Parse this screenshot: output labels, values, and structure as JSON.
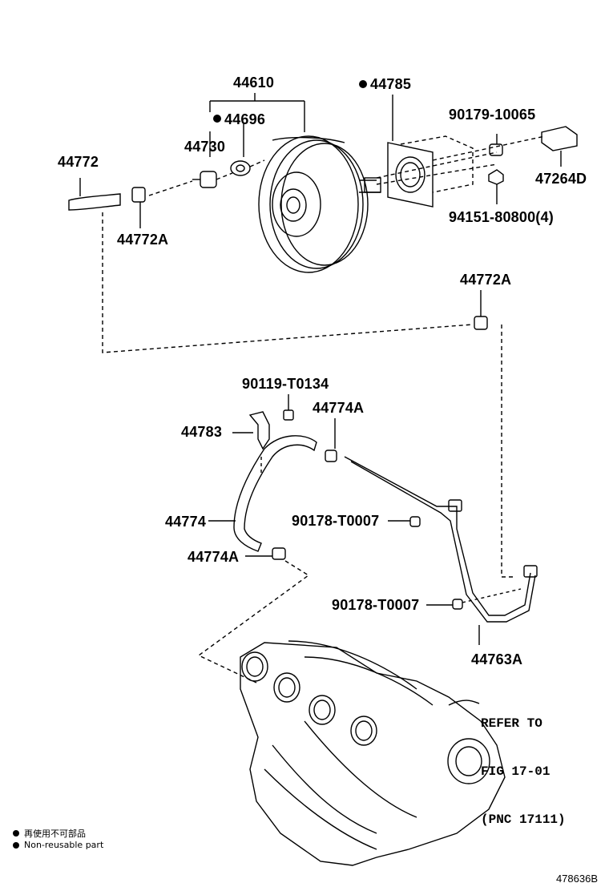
{
  "labels": {
    "p44610": "44610",
    "p44785": "44785",
    "p44696": "44696",
    "p44730": "44730",
    "p44772": "44772",
    "p44772A_top": "44772A",
    "p90179": "90179-10065",
    "p47264D": "47264D",
    "p94151": "94151-80800(4)",
    "p44772A_right": "44772A",
    "p90119": "90119-T0134",
    "p44774A_upper": "44774A",
    "p44783": "44783",
    "p44774": "44774",
    "p90178_a": "90178-T0007",
    "p44774A_lower": "44774A",
    "p90178_b": "90178-T0007",
    "p44763A": "44763A"
  },
  "refer": {
    "line1": "REFER TO",
    "line2": "FIG 17-01",
    "line3": "(PNC 17111)"
  },
  "legend": {
    "jp": "再使用不可部品",
    "en": "Non-reusable part"
  },
  "figure_id": "478636B"
}
